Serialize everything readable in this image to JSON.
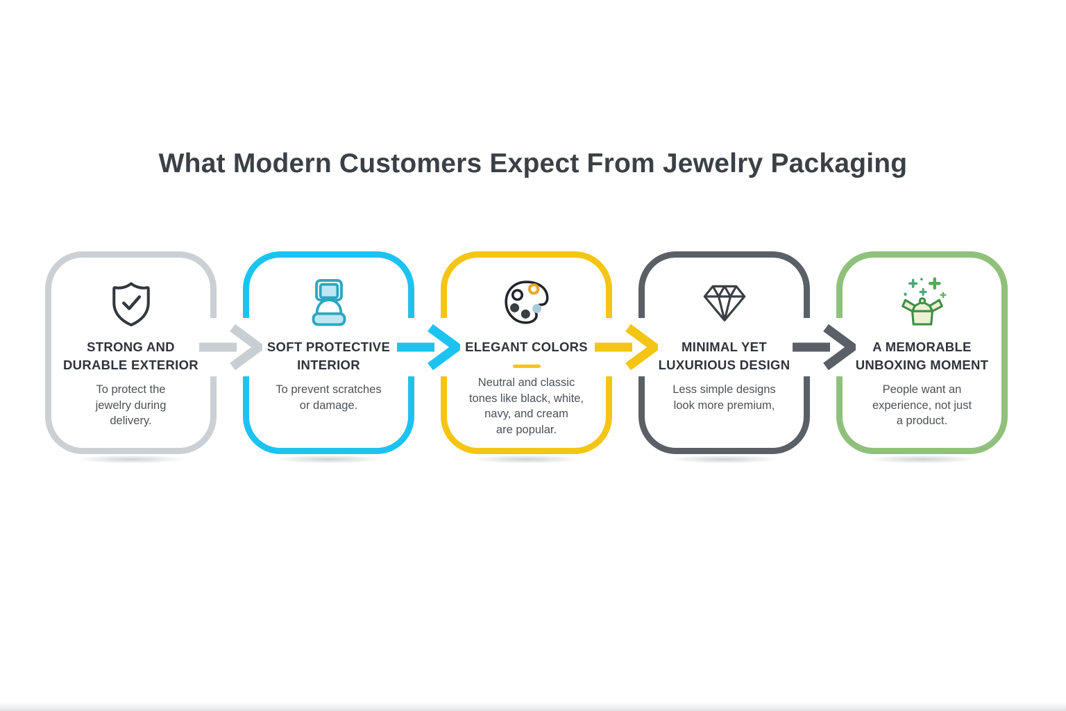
{
  "title": "What Modern Customers Expect From Jewelry Packaging",
  "cards": [
    {
      "icon": "shield-check-icon",
      "accent": "#cbd0d5",
      "title": "STRONG AND\nDURABLE EXTERIOR",
      "body": "To protect the\njewelry during\ndelivery."
    },
    {
      "icon": "ring-box-icon",
      "accent": "#1cc3f0",
      "title": "SOFT PROTECTIVE\nINTERIOR",
      "body": "To prevent scratches\nor damage."
    },
    {
      "icon": "palette-icon",
      "accent": "#f5c513",
      "title": "ELEGANT COLORS",
      "body": "Neutral and classic\ntones like black, white,\nnavy, and cream\nare popular.",
      "has_divider": true
    },
    {
      "icon": "diamond-icon",
      "accent": "#5b6067",
      "title": "MINIMAL YET\nLUXURIOUS DESIGN",
      "body": "Less simple designs\nlook more premium,"
    },
    {
      "icon": "gift-box-sparkles-icon",
      "accent": "#90c17c",
      "title": "A MEMORABLE\nUNBOXING MOMENT",
      "body": "People want an\nexperience, not just\na product."
    }
  ],
  "arrows": [
    {
      "color": "#c9ced3"
    },
    {
      "color": "#1cc3f0"
    },
    {
      "color": "#f5c513"
    },
    {
      "color": "#5b6067"
    }
  ],
  "colors": {
    "background": "#ffffff",
    "title_text": "#3b4046",
    "card_title_text": "#2f343a",
    "body_text": "#4c5157"
  }
}
